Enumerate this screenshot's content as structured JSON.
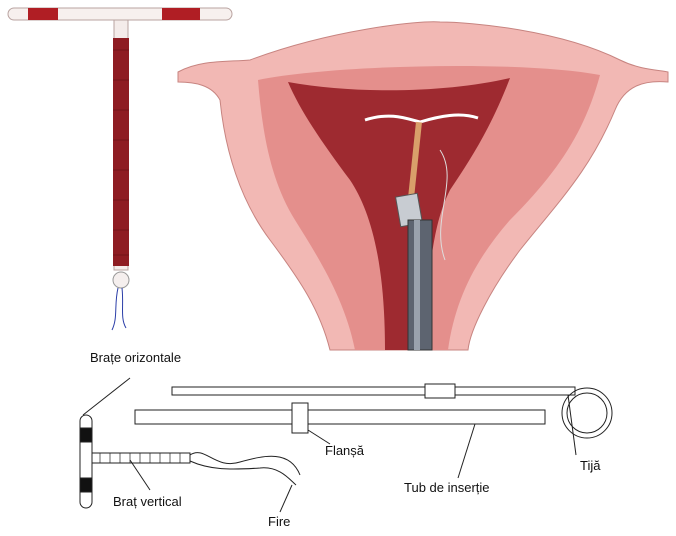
{
  "labels": {
    "horizontal_arms": "Brațe orizontale",
    "flange": "Flanșă",
    "rod": "Tijă",
    "insertion_tube": "Tub de inserție",
    "vertical_arm": "Braț vertical",
    "threads": "Fire"
  },
  "colors": {
    "uterus_outer": "#f2b8b4",
    "uterus_cavity": "#9e2a30",
    "iud_coil": "#8e1c22"
  }
}
